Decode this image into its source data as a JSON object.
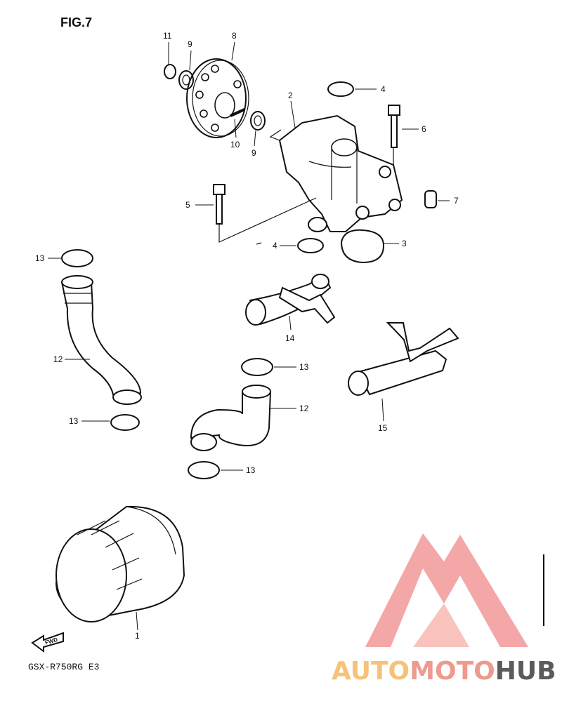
{
  "figure": {
    "title": "FIG.7",
    "model": "GSX-R750RG  E3",
    "fwd_label": "FWD"
  },
  "watermark": {
    "text_a": "AUTO",
    "text_b": "MOTO",
    "text_c": "HUB",
    "color_a": "#f5c27a",
    "color_b": "#ee9a8e",
    "color_c": "#5b5b5b",
    "logo_color": "#f08a8a"
  },
  "callouts": [
    "1",
    "2",
    "3",
    "4",
    "4",
    "5",
    "6",
    "7",
    "8",
    "9",
    "9",
    "10",
    "11",
    "12",
    "12",
    "13",
    "13",
    "13",
    "13",
    "14",
    "15"
  ],
  "colors": {
    "line": "#111111",
    "background": "#ffffff"
  }
}
